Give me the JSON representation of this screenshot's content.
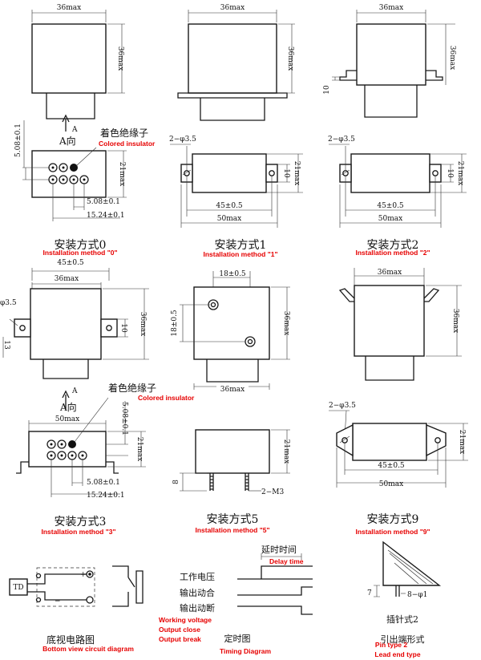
{
  "dims": {
    "d36max": "36max",
    "d21max": "21max",
    "d10": "10",
    "d45": "45±0.5",
    "d50max": "50max",
    "d508_01": "5.08±0.1",
    "d1524": "15.24±0.1",
    "d2phi35": "2−φ3.5",
    "dphi35": "φ3.5",
    "d18": "18±0.5",
    "d8": "8",
    "d2m3": "2−M3",
    "d8phi1": "8−φ1",
    "d7": "7",
    "d13": "13",
    "d508": "5.08"
  },
  "labels": {
    "a_arrow": "A",
    "a_view": "A向",
    "colored_insulator_zh": "着色绝缘子",
    "colored_insulator_en": "Colored insulator",
    "td": "TD",
    "plus": "+",
    "minus": "−",
    "delay_zh": "延时时间",
    "delay_en": "Delay time",
    "working_voltage_zh": "工作电压",
    "output_close_zh": "输出动合",
    "output_break_zh": "输出动断",
    "working_voltage_en": "Working voltage",
    "output_close_en": "Output close",
    "output_break_en": "Output break",
    "pin_type_zh": "插针式2",
    "pin_type_en": "Pin type 2",
    "lead_end_zh": "引出端形式",
    "lead_end_en": "Lead end type"
  },
  "titles": {
    "m0_zh": "安装方式0",
    "m0_en": "Installation method \"0\"",
    "m1_zh": "安装方式1",
    "m1_en": "Installation method \"1\"",
    "m2_zh": "安装方式2",
    "m2_en": "Installation method \"2\"",
    "m3_zh": "安装方式3",
    "m3_en": "Installation method \"3\"",
    "m5_zh": "安装方式5",
    "m5_en": "Installation method \"5\"",
    "m9_zh": "安装方式9",
    "m9_en": "Installation method \"9\"",
    "circuit_zh": "底视电路图",
    "circuit_en": "Bottom view circuit diagram",
    "timing_zh": "定时图",
    "timing_en": "Timing Diagram"
  }
}
